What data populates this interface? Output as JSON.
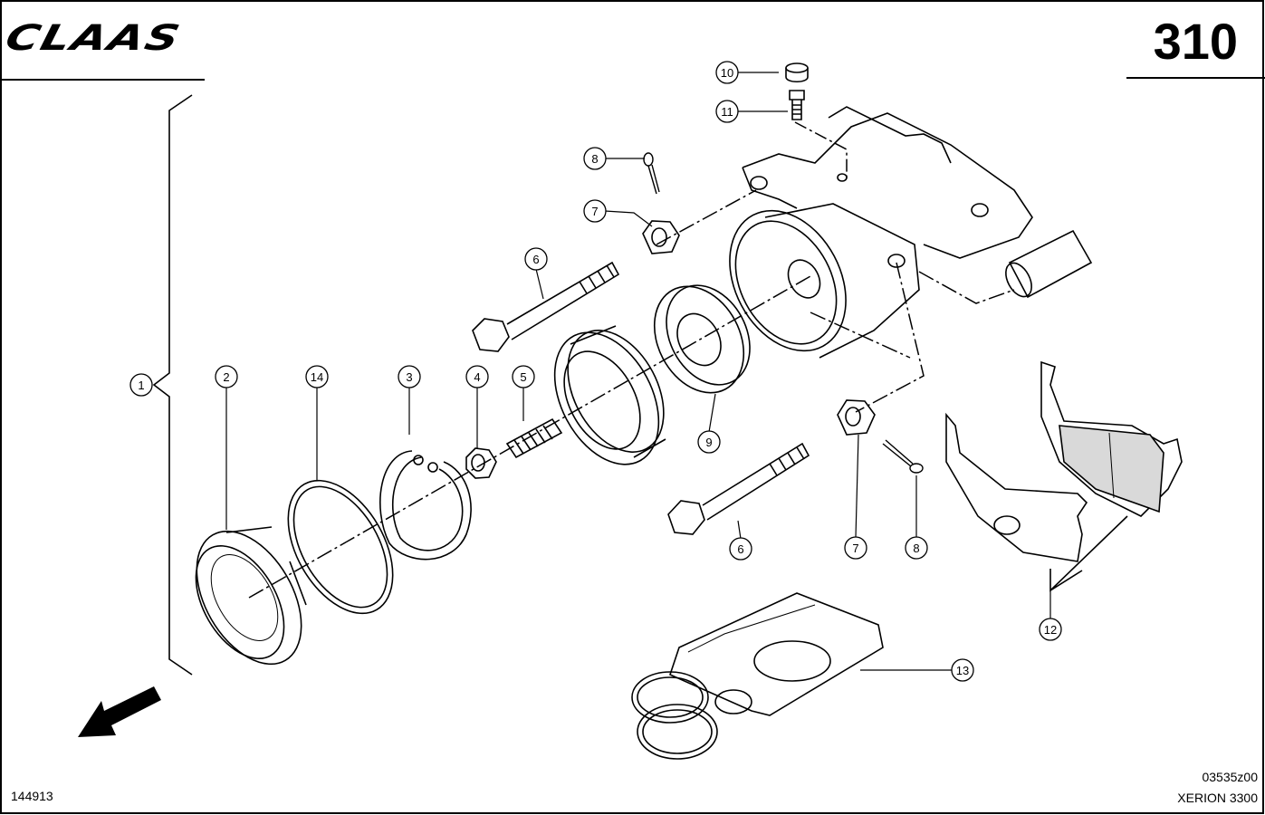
{
  "header": {
    "brand": "CLAAS",
    "page_number": "310"
  },
  "footer": {
    "figure_id": "144913",
    "drawing_number": "03535z00",
    "model": "XERION 3300"
  },
  "callouts": [
    {
      "id": "c1",
      "label": "1"
    },
    {
      "id": "c2",
      "label": "2"
    },
    {
      "id": "c14",
      "label": "14"
    },
    {
      "id": "c3",
      "label": "3"
    },
    {
      "id": "c4",
      "label": "4"
    },
    {
      "id": "c5",
      "label": "5"
    },
    {
      "id": "c6a",
      "label": "6"
    },
    {
      "id": "c7a",
      "label": "7"
    },
    {
      "id": "c8a",
      "label": "8"
    },
    {
      "id": "c9",
      "label": "9"
    },
    {
      "id": "c10",
      "label": "10"
    },
    {
      "id": "c11",
      "label": "11"
    },
    {
      "id": "c6b",
      "label": "6"
    },
    {
      "id": "c7b",
      "label": "7"
    },
    {
      "id": "c8b",
      "label": "8"
    },
    {
      "id": "c12",
      "label": "12"
    },
    {
      "id": "c13",
      "label": "13"
    }
  ]
}
